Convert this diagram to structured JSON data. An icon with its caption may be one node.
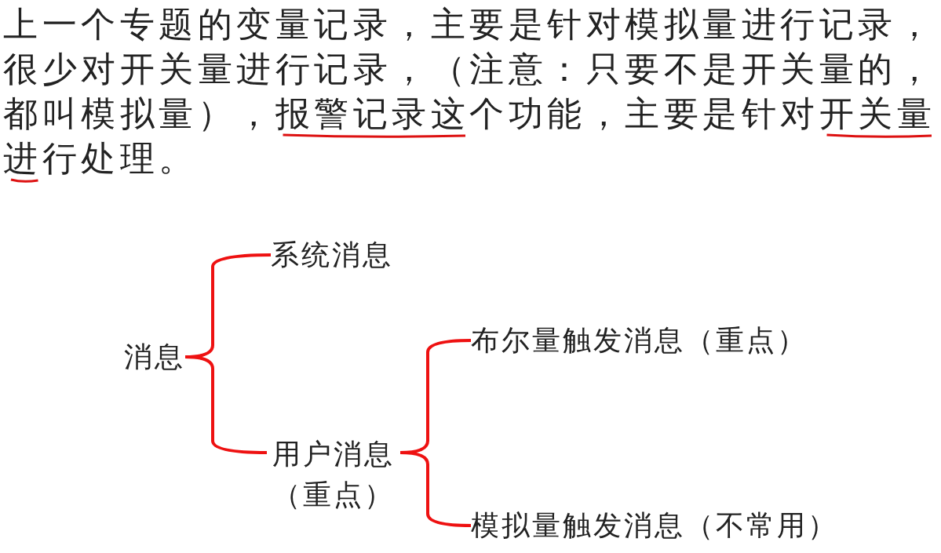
{
  "diagram": {
    "nodes": [
      {
        "text": [
          "消息"
        ]
      },
      {
        "text": [
          "系统消息"
        ]
      },
      {
        "text": [
          "用户消息（重点）"
        ]
      },
      {
        "text": [
          "布尔量触发消息（重点）"
        ]
      },
      {
        "text": [
          "模拟量触发消息（不常用）"
        ]
      }
    ],
    "edges": [
      {
        "from": 0,
        "to": 1,
        "arrow": "none",
        "color": "#ee1111"
      },
      {
        "from": 0,
        "to": 2,
        "arrow": "none",
        "color": "#ee1111"
      },
      {
        "from": 2,
        "to": 3,
        "arrow": "none",
        "color": "#ee1111"
      },
      {
        "from": 2,
        "to": 4,
        "arrow": "none",
        "color": "#ee1111"
      }
    ],
    "labels": [
      "上一个专题的变量记录，主要是针对模拟量进行记录，很少对开关量进行记录，（注意：只要不是开关量的，都叫模拟量），报警记录这个功能，主要是针对开关量进行处理。"
    ]
  }
}
